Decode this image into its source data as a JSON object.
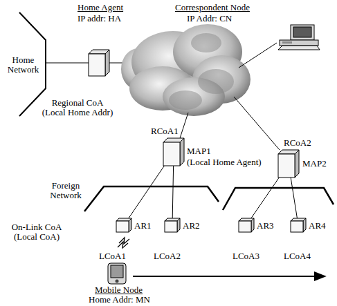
{
  "diagram": {
    "nodes": [
      {
        "text": [
          "Home Agent",
          "IP addr: HA"
        ]
      },
      {
        "text": [
          "Correspondent Node",
          "IP Addr: CN"
        ]
      },
      {
        "text": [
          "RCoA1",
          "MAP1",
          "(Local Home Agent)"
        ]
      },
      {
        "text": [
          "RCoA2",
          "MAP2"
        ]
      },
      {
        "text": [
          "AR1"
        ]
      },
      {
        "text": [
          "AR2"
        ]
      },
      {
        "text": [
          "AR3"
        ]
      },
      {
        "text": [
          "AR4"
        ]
      },
      {
        "text": [
          "Mobile Node",
          "Home Addr: MN"
        ]
      }
    ],
    "edges": [
      {
        "from": 2,
        "to": 4,
        "arrow": "none"
      },
      {
        "from": 2,
        "to": 5,
        "arrow": "none"
      },
      {
        "from": 3,
        "to": 6,
        "arrow": "none"
      },
      {
        "from": 3,
        "to": 7,
        "arrow": "none"
      }
    ],
    "labels": [
      "Home Network",
      "Regional CoA (Local Home Addr)",
      "Foreign Network",
      "On-Link CoA (Local CoA)",
      "LCoA1",
      "LCoA2",
      "LCoA3",
      "LCoA4"
    ]
  }
}
